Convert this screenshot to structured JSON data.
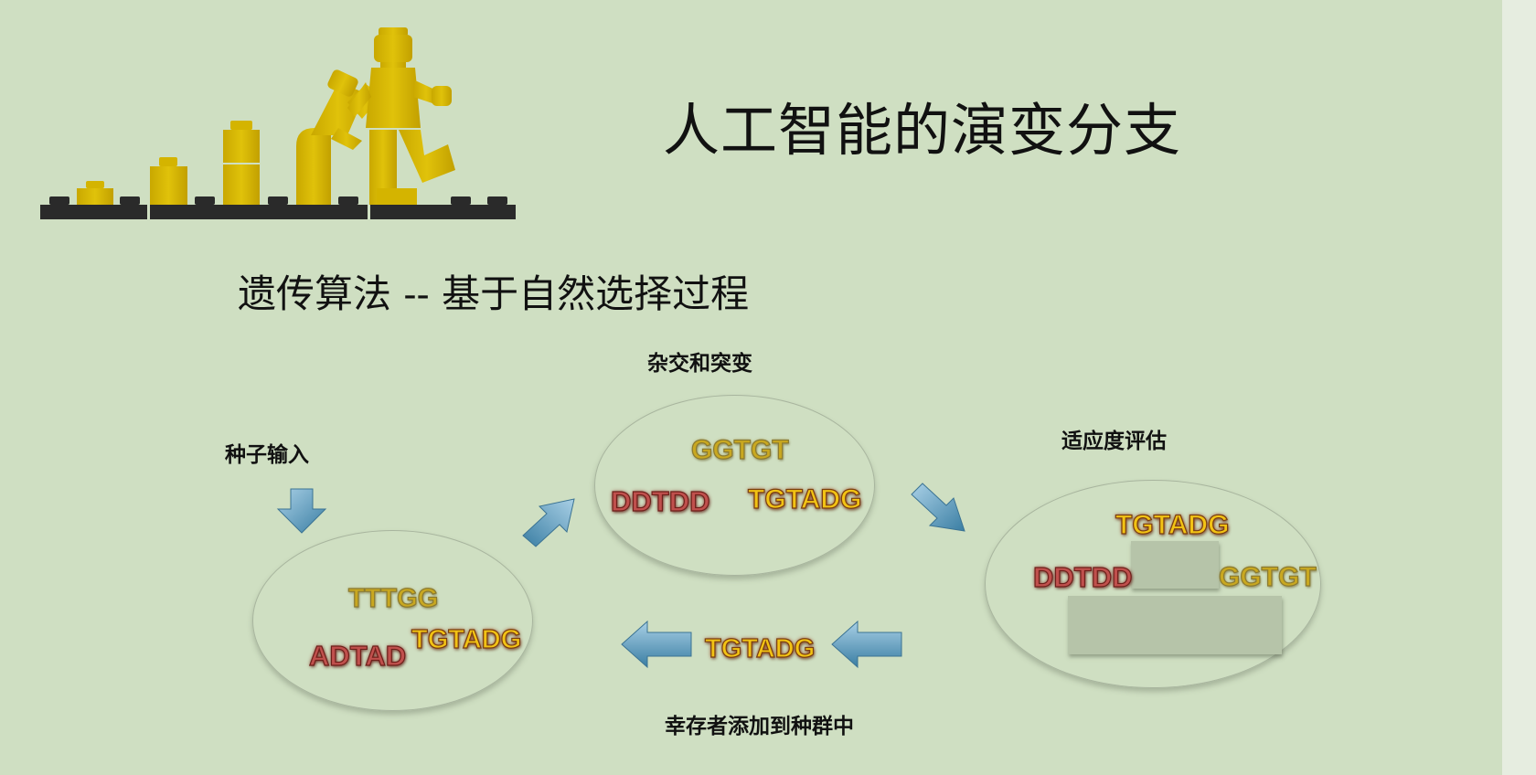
{
  "slide": {
    "title": "人工智能的演变分支",
    "subtitle": "遗传算法 -- 基于自然选择过程"
  },
  "diagram": {
    "labels": {
      "seed_input": "种子输入",
      "crossover_mutation": "杂交和突变",
      "fitness_evaluation": "适应度评估",
      "survivors_added": "幸存者添加到种群中"
    },
    "seed_pool": {
      "top": "TTTGG",
      "left": "ADTAD",
      "right": "TGTADG"
    },
    "crossover_pool": {
      "top": "GGTGT",
      "left": "DDTDD",
      "right": "TGTADG"
    },
    "fitness_pool": {
      "first": "TGTADG",
      "second": "DDTDD",
      "third": "GGTGT"
    },
    "survivor": "TGTADG"
  },
  "colors": {
    "slide_bg": "#cfdfc2",
    "lego_yellow": "#d4b400",
    "arrow_blue": "#4f8fb0",
    "tag_red": "#c0504d",
    "tag_yellow": "#f2c314",
    "tag_gold": "#c9a820"
  },
  "icons": [
    "lego-evolution-illustration",
    "arrow-down-icon",
    "arrow-up-right-icon",
    "arrow-down-right-icon",
    "arrow-left-icon"
  ]
}
